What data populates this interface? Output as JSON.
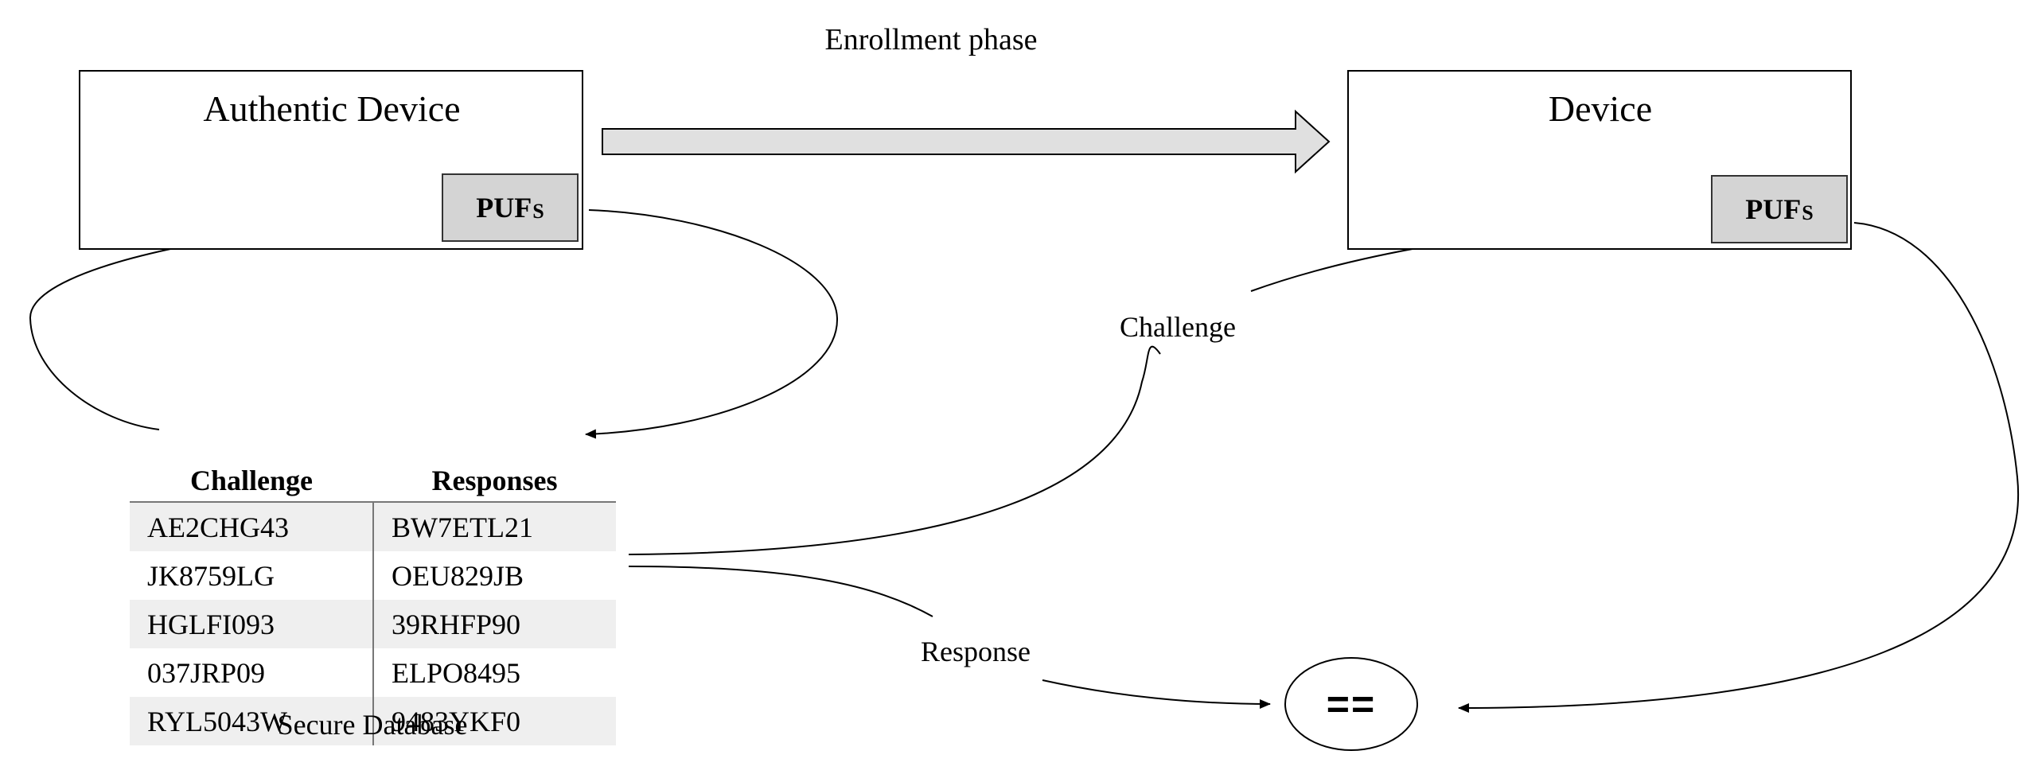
{
  "title": "Enrollment phase",
  "authentic_device": {
    "label": "Authentic Device",
    "puf_main": "PUF",
    "puf_sub": "S"
  },
  "device": {
    "label": "Device",
    "puf_main": "PUF",
    "puf_sub": "S"
  },
  "database": {
    "caption": "Secure Database",
    "headers": [
      "Challenge",
      "Responses"
    ],
    "rows": [
      [
        "AE2CHG43",
        "BW7ETL21"
      ],
      [
        "JK8759LG",
        "OEU829JB"
      ],
      [
        "HGLFI093",
        "39RHFP90"
      ],
      [
        "037JRP09",
        "ELPO8495"
      ],
      [
        "RYL5043W",
        "9483YKF0"
      ]
    ]
  },
  "flow_labels": {
    "challenge": "Challenge",
    "response": "Response"
  },
  "comparator": "=="
}
